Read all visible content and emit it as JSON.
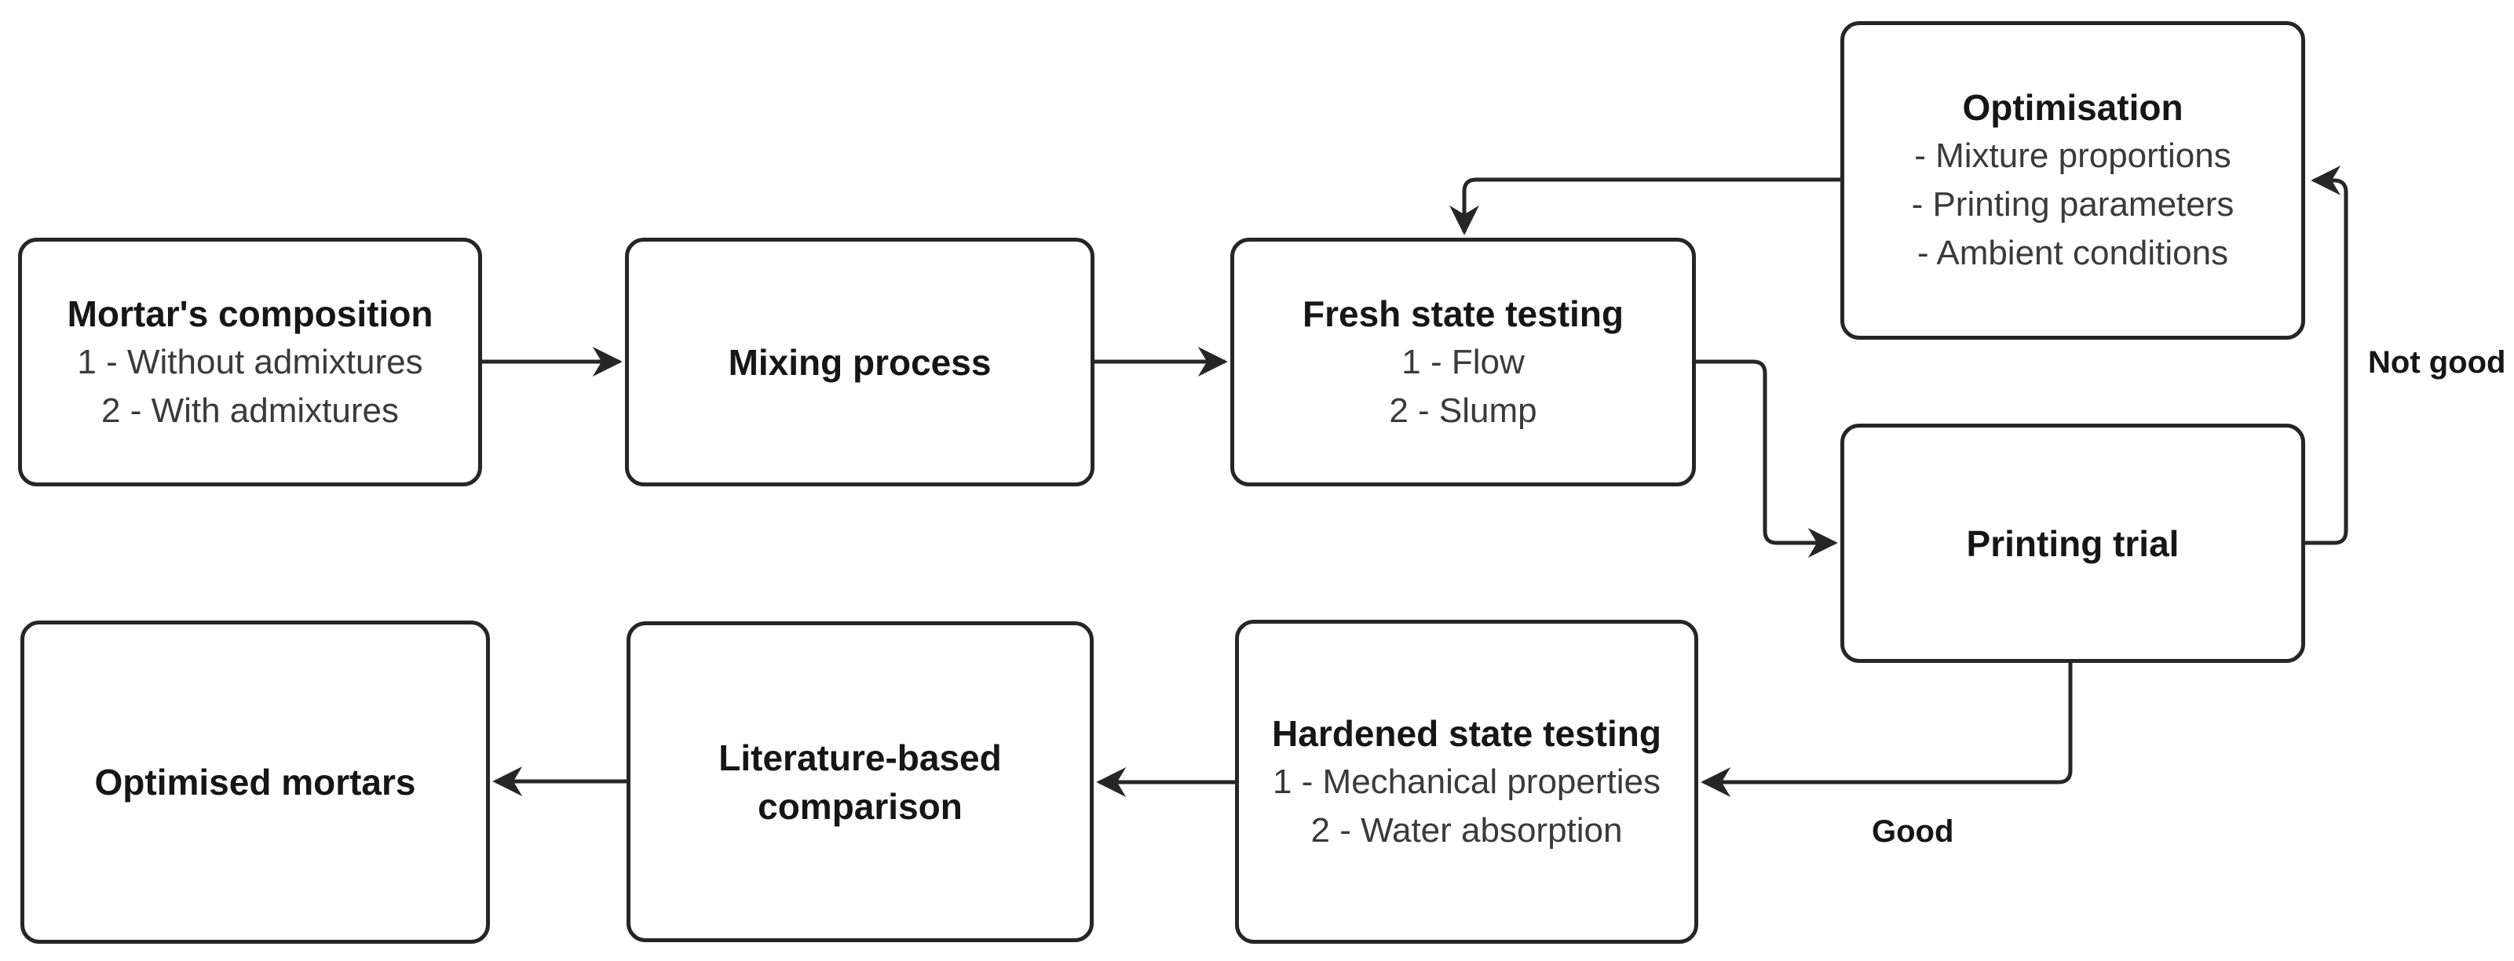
{
  "diagram": {
    "nodes": {
      "mortar_composition": {
        "title": "Mortar's composition",
        "items": [
          "1 - Without admixtures",
          "2 - With admixtures"
        ]
      },
      "mixing_process": {
        "title": "Mixing process",
        "items": []
      },
      "fresh_state_testing": {
        "title": "Fresh state testing",
        "items": [
          "1 - Flow",
          "2 - Slump"
        ]
      },
      "optimisation": {
        "title": "Optimisation",
        "items": [
          "- Mixture proportions",
          "- Printing parameters",
          "- Ambient conditions"
        ]
      },
      "printing_trial": {
        "title": "Printing trial",
        "items": []
      },
      "hardened_state_testing": {
        "title": "Hardened state testing",
        "items": [
          "1 - Mechanical properties",
          "2 - Water absorption"
        ]
      },
      "literature_comparison": {
        "title": "Literature-based comparison",
        "items": []
      },
      "optimised_mortars": {
        "title": "Optimised mortars",
        "items": []
      }
    },
    "edge_labels": {
      "not_good": "Not good",
      "good": "Good"
    },
    "colors": {
      "stroke": "#262626",
      "title_text": "#161616",
      "body_text": "#3a3a3a",
      "box_fill": "#ffffff",
      "background": "#ffffff"
    }
  }
}
